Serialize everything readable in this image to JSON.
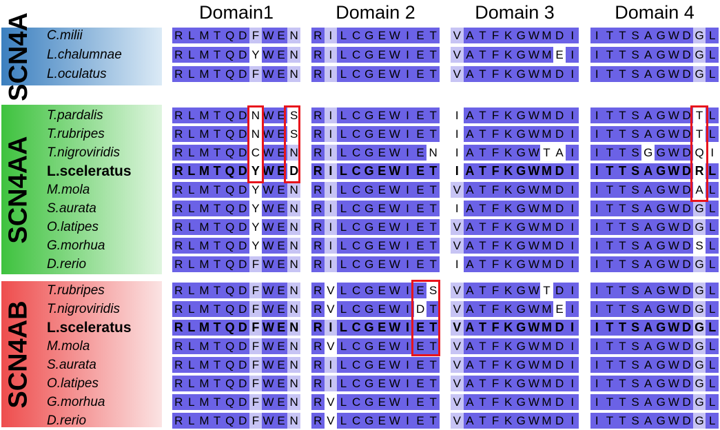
{
  "headers": [
    "Domain1",
    "Domain 2",
    "Domain 3",
    "Domain 4"
  ],
  "groups": [
    {
      "name": "SCN4A",
      "gradient": [
        "#3b7fbf",
        "#dbeaf6"
      ],
      "rows": [
        {
          "species": "C.milii",
          "bold": false,
          "domains": [
            "RLMTQDFWEN",
            "RILCGEWIET",
            "VATFKGWMDI",
            "ITTSAGWDGL"
          ]
        },
        {
          "species": "L.chalumnae",
          "bold": false,
          "domains": [
            "RLMTQDYWEN",
            "RILCGEWIET",
            "VATFKGWMEI",
            "ITTSAGWDGL"
          ]
        },
        {
          "species": "L.oculatus",
          "bold": false,
          "domains": [
            "RLMTQDFWEN",
            "RILCGEWIET",
            "VATFKGWMDI",
            "ITTSAGWDGL"
          ]
        }
      ]
    },
    {
      "name": "SCN4AA",
      "gradient": [
        "#3ec23e",
        "#dff5df"
      ],
      "rows": [
        {
          "species": "T.pardalis",
          "bold": false,
          "domains": [
            "RLMTQDNWES",
            "RILCGEWIET",
            "-IATFKGWMDI",
            "ITTSAGWDTL"
          ]
        },
        {
          "species": "T.rubripes",
          "bold": false,
          "domains": [
            "RLMTQDNWES",
            "RILCGEWIET",
            "-IATFKGWMDI",
            "ITTSAGWDTL"
          ]
        },
        {
          "species": "T.nigroviridis",
          "bold": false,
          "domains": [
            "RLMTQDCWEN",
            "RILCGEWIEN",
            "-IATFKGWTAI",
            "ITTSGGWDQI"
          ]
        },
        {
          "species": "L.sceleratus",
          "bold": true,
          "domains": [
            "RLMTQDYWED",
            "RILCGEWIET",
            "-IATFKGWMDI",
            "ITTSAGWDRL"
          ]
        },
        {
          "species": "M.mola",
          "bold": false,
          "domains": [
            "RLMTQDYWEN",
            "RILCGEWIET",
            "VATFKGWMDI",
            "ITTSAGWDAL"
          ]
        },
        {
          "species": "S.aurata",
          "bold": false,
          "domains": [
            "RLMTQDYWEN",
            "RILCGEWIET",
            "-IATFKGWMDI",
            "ITTSAGWDGL"
          ]
        },
        {
          "species": "O.latipes",
          "bold": false,
          "domains": [
            "RLMTQDYWEN",
            "RILCGEWIET",
            "VATFKGWMDI",
            "ITTSAGWDGL"
          ]
        },
        {
          "species": "G.morhua",
          "bold": false,
          "domains": [
            "RLMTQDYWEN",
            "RILCGEWIET",
            "VATFKGWMDI",
            "ITTSAGWDSL"
          ]
        },
        {
          "species": "D.rerio",
          "bold": false,
          "domains": [
            "RLMTQDFWEN",
            "RILCGEWIET",
            "-IATFKGWMDI",
            "ITTSAGWDGL"
          ]
        }
      ]
    },
    {
      "name": "SCN4AB",
      "gradient": [
        "#ee4d4d",
        "#fbe3e3"
      ],
      "rows": [
        {
          "species": "T.rubripes",
          "bold": false,
          "domains": [
            "RLMTQDFWEN",
            "RVLCGEWIES",
            "VATFKGWTDI",
            "ITTSAGWDGL"
          ]
        },
        {
          "species": "T.nigroviridis",
          "bold": false,
          "domains": [
            "RLMTQDFWEN",
            "RVLCGEWIDT",
            "VATFKGWMEI",
            "ITTSAGWDGL"
          ]
        },
        {
          "species": "L.sceleratus",
          "bold": true,
          "domains": [
            "RLMTQDFWEN",
            "RILCGEWIET",
            "VATFKGWMDI",
            "ITTSAGWDGL"
          ]
        },
        {
          "species": "M.mola",
          "bold": false,
          "domains": [
            "RLMTQDFWEN",
            "RVLCGEWIET",
            "VATFKGWMDI",
            "ITTSAGWDGL"
          ]
        },
        {
          "species": "S.aurata",
          "bold": false,
          "domains": [
            "RLMTQDFWEN",
            "RILCGEWIET",
            "VATFKGWMDI",
            "ITTSAGWDGL"
          ]
        },
        {
          "species": "O.latipes",
          "bold": false,
          "domains": [
            "RLMTQDFWEN",
            "RILCGEWIET",
            "VATFKGWMDI",
            "ITTSAGWDGL"
          ]
        },
        {
          "species": "G.morhua",
          "bold": false,
          "domains": [
            "RLMTQDFWEN",
            "RVLCGEWIET",
            "VATFKGWMDI",
            "ITTSAGWDGL"
          ]
        },
        {
          "species": "D.rerio",
          "bold": false,
          "domains": [
            "RLMTQDFWEN",
            "RVLCGEWIET",
            "VATFKGWMDI",
            "ITTSAGWDGL"
          ]
        }
      ]
    }
  ],
  "colors": {
    "conserved": "#6b62e6",
    "variable": "#c7c4f4",
    "light": "#ffffff",
    "highlight": "#e8141c"
  }
}
